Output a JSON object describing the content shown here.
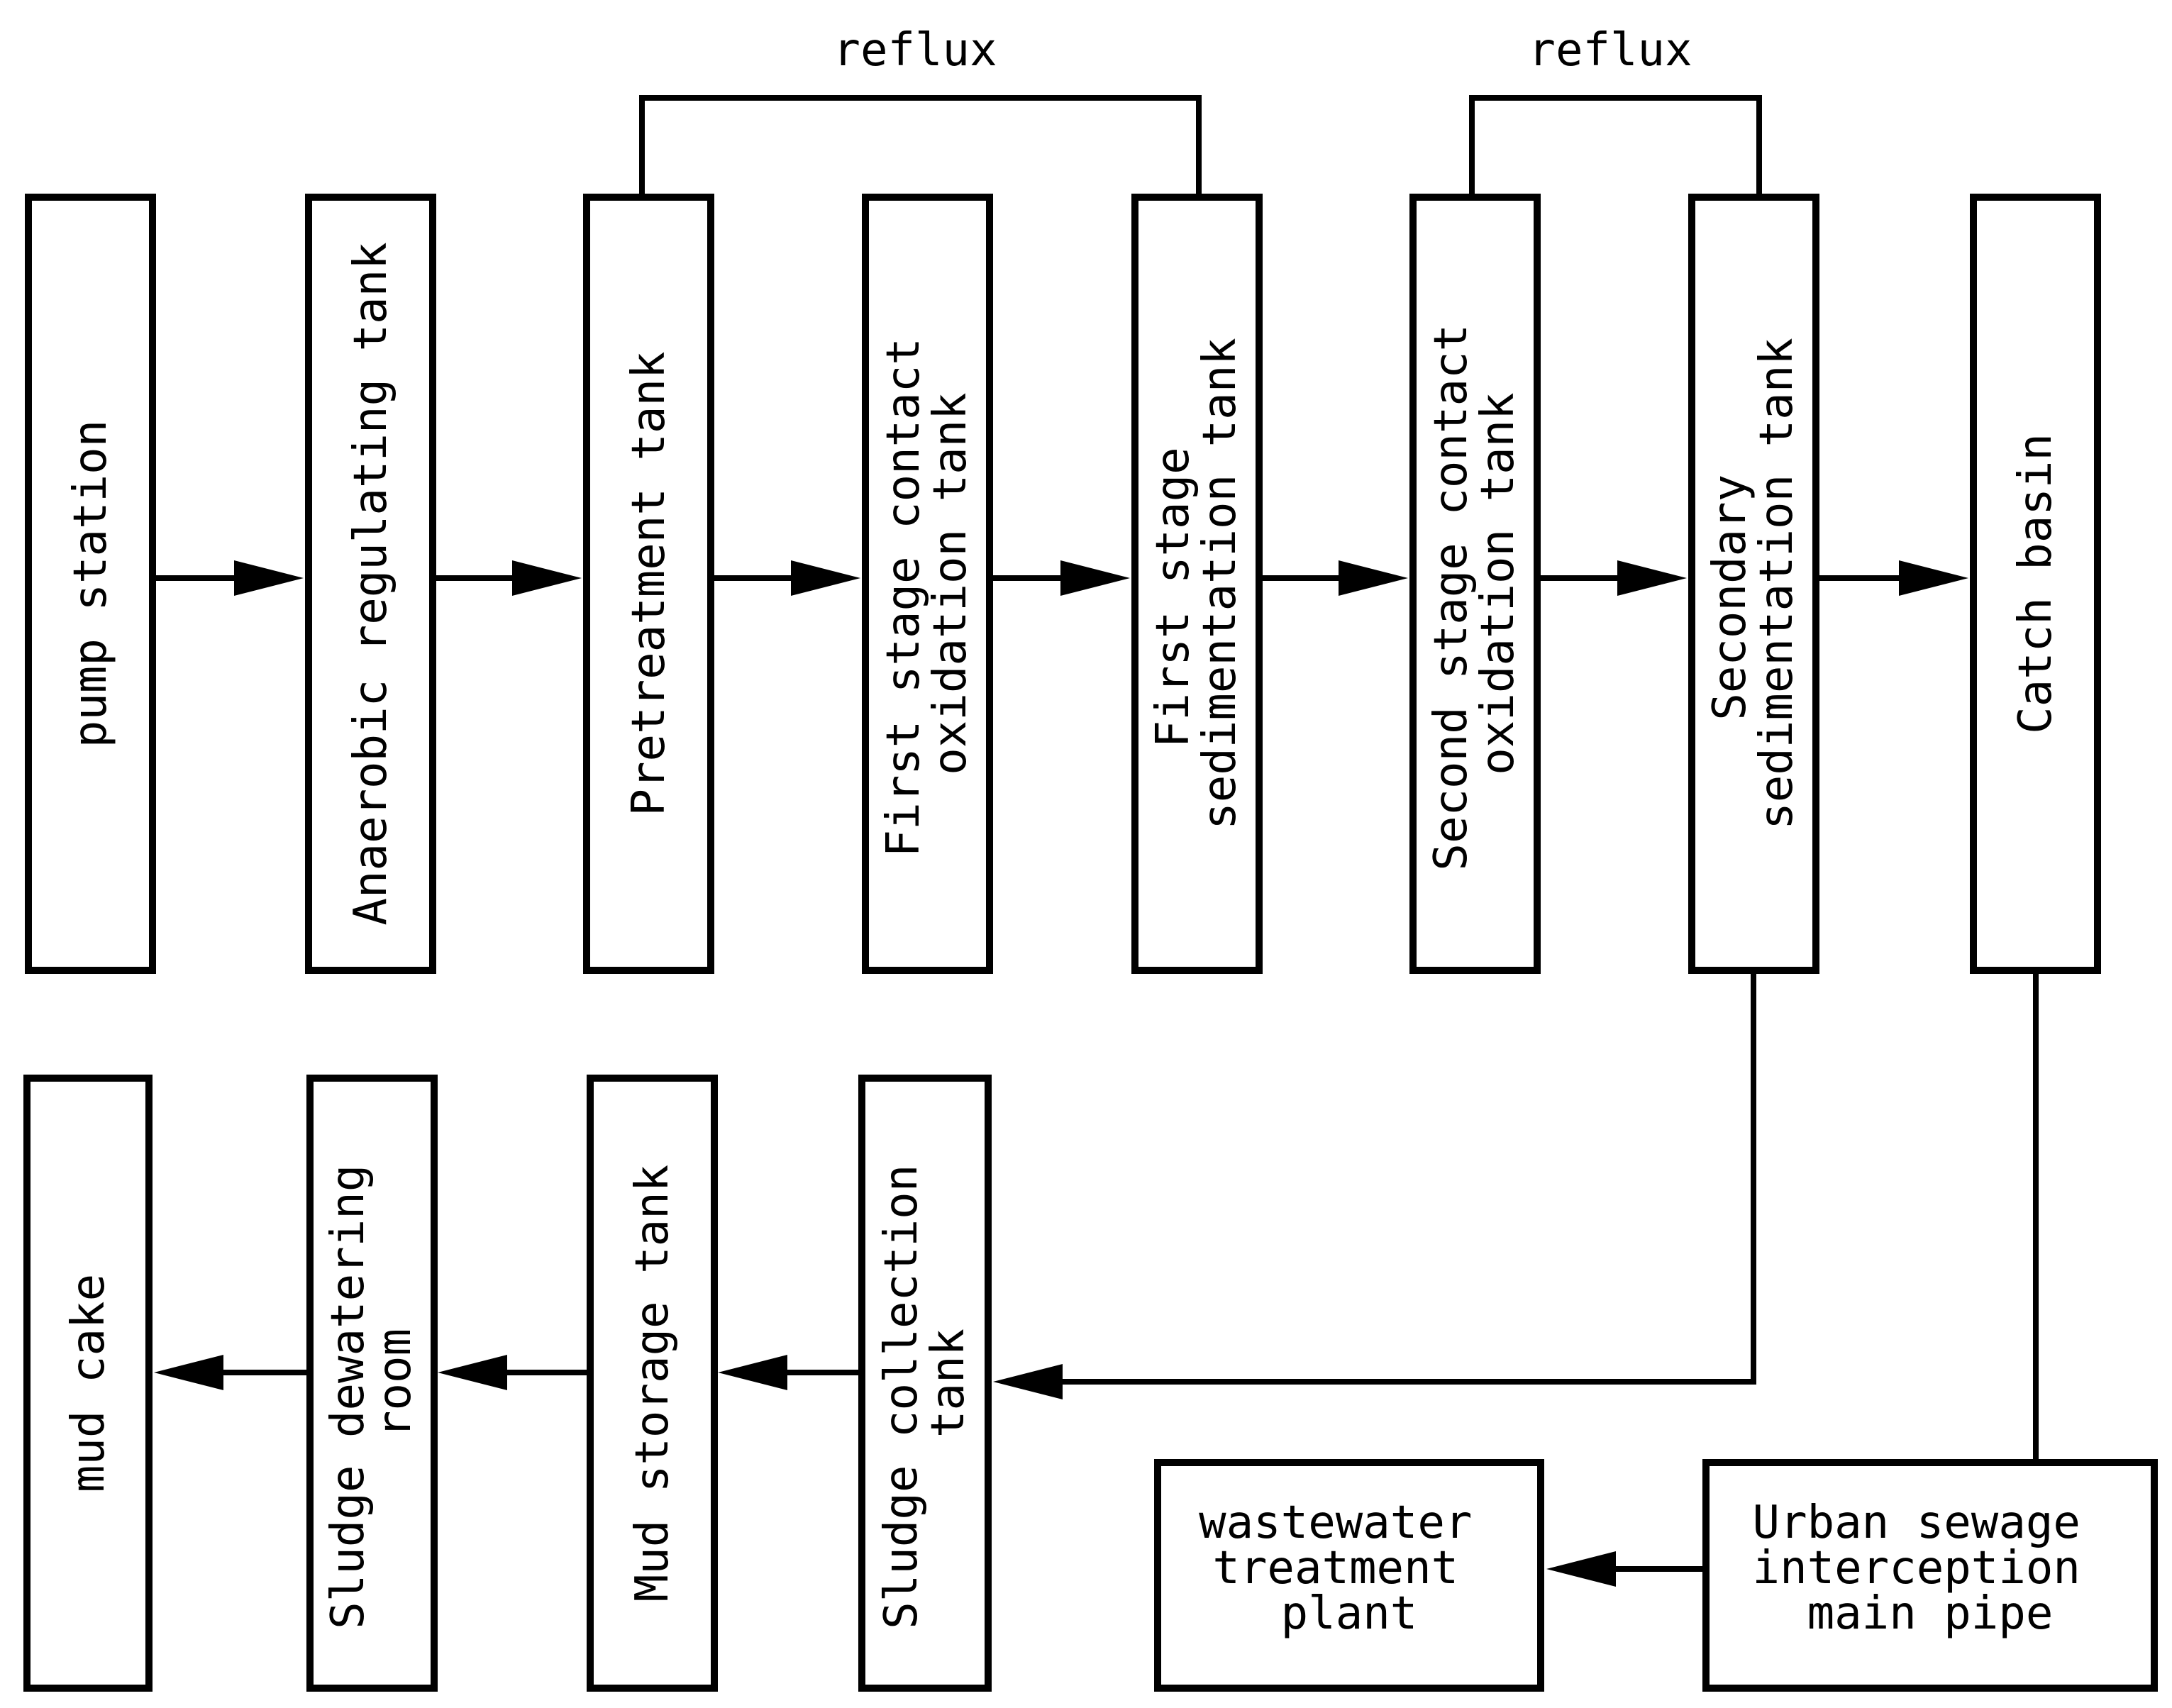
{
  "diagram": {
    "reflux_labels": [
      "reflux",
      "reflux"
    ],
    "process_boxes": [
      {
        "lines": [
          "pump station"
        ]
      },
      {
        "lines": [
          "Anaerobic regulating tank"
        ]
      },
      {
        "lines": [
          "Pretreatment tank"
        ]
      },
      {
        "lines": [
          "First stage contact",
          "oxidation tank"
        ]
      },
      {
        "lines": [
          "First stage",
          "sedimentation tank"
        ]
      },
      {
        "lines": [
          "Second stage contact",
          "oxidation tank"
        ]
      },
      {
        "lines": [
          "Secondary",
          "sedimentation tank"
        ]
      },
      {
        "lines": [
          "Catch basin"
        ]
      }
    ],
    "sludge_boxes": [
      {
        "lines": [
          "mud cake"
        ]
      },
      {
        "lines": [
          "Sludge dewatering",
          "room"
        ]
      },
      {
        "lines": [
          "Mud storage tank"
        ]
      },
      {
        "lines": [
          "Sludge collection",
          "tank"
        ]
      }
    ],
    "outlet_boxes": [
      {
        "lines": [
          "wastewater",
          "treatment",
          "plant"
        ]
      },
      {
        "lines": [
          "Urban sewage",
          "interception",
          "main pipe"
        ]
      }
    ]
  }
}
